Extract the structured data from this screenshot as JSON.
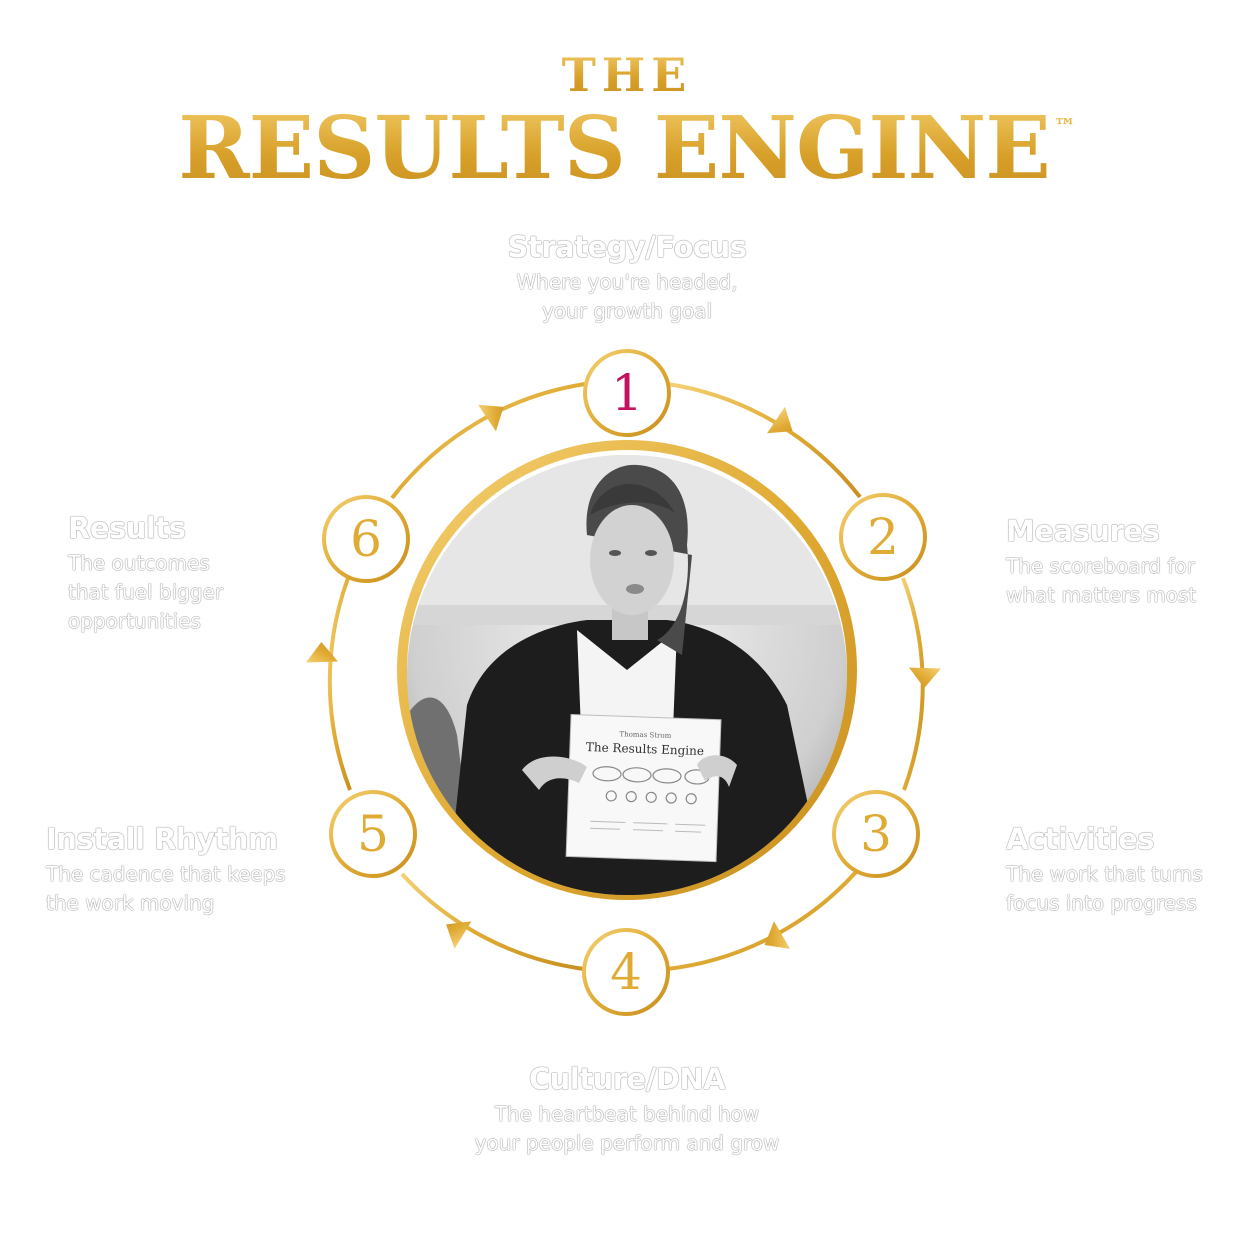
{
  "title": {
    "line1": "THE",
    "line2": "RESULTS ENGINE",
    "trademark": "™"
  },
  "colors": {
    "gold": "#e0ab34",
    "gold_dark": "#c98f1f",
    "accent": "#c4125f",
    "label_text": "#ffffff",
    "label_outline": "#8e8e8e"
  },
  "steps": [
    {
      "number": "1",
      "title": "Strategy/Focus",
      "desc1": "Where you're headed,",
      "desc2": "your growth goal"
    },
    {
      "number": "2",
      "title": "Measures",
      "desc1": "The scoreboard for",
      "desc2": "what matters most"
    },
    {
      "number": "3",
      "title": "Activities",
      "desc1": "The work that turns",
      "desc2": "focus into progress"
    },
    {
      "number": "4",
      "title": "Culture/DNA",
      "desc1": "The heartbeat behind how",
      "desc2": "your people perform and grow"
    },
    {
      "number": "5",
      "title": "Install Rhythm",
      "desc1": "The cadence that keeps",
      "desc2": "the work moving"
    },
    {
      "number": "6",
      "title": "Results",
      "desc1": "The outcomes",
      "desc2": "that fuel bigger",
      "desc3": "opportunities"
    }
  ],
  "photo": {
    "subject": "woman holding document",
    "document_brand": "Thomas Strom",
    "document_title": "The Results Engine"
  }
}
